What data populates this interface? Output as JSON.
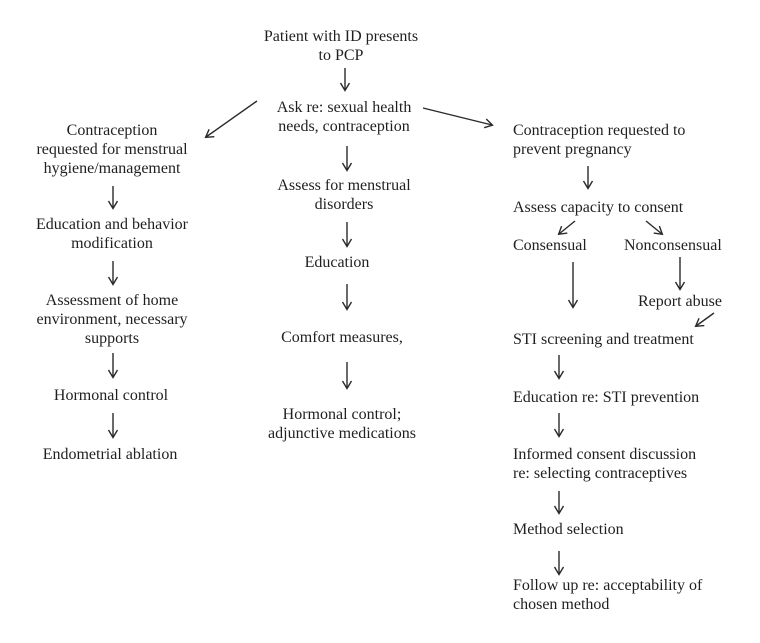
{
  "flowchart": {
    "colors": {
      "background": "#ffffff",
      "text": "#1f1f1f",
      "arrow": "#2a2a2a"
    },
    "start": "Patient with ID presents\nto PCP",
    "ask": "Ask re: sexual health\nneeds, contraception",
    "left_branch": {
      "trigger": "Contraception\nrequested for menstrual\nhygiene/management",
      "steps": [
        "Education and behavior\nmodification",
        "Assessment of home\nenvironment, necessary\nsupports",
        "Hormonal control",
        "Endometrial ablation"
      ]
    },
    "middle_branch": {
      "steps": [
        "Assess for menstrual\ndisorders",
        "Education",
        "Comfort measures,",
        "Hormonal control;\nadjunctive medications"
      ]
    },
    "right_branch": {
      "trigger": "Contraception requested to\nprevent pregnancy",
      "assess": "Assess capacity to consent",
      "consensual": "Consensual",
      "nonconsensual": "Nonconsensual",
      "report": "Report abuse",
      "steps": [
        "STI screening and treatment",
        "Education re: STI prevention",
        "Informed consent discussion\nre: selecting contraceptives",
        "Method selection",
        "Follow up re: acceptability of\nchosen method"
      ]
    }
  }
}
